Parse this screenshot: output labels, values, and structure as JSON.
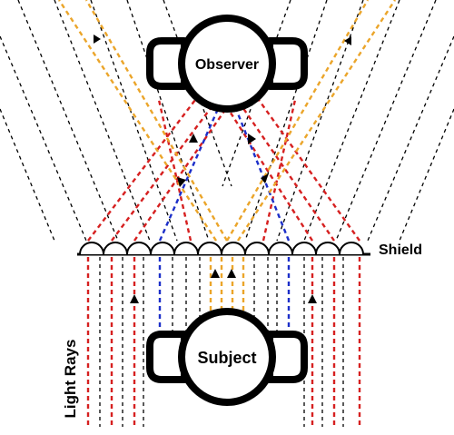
{
  "labels": {
    "observer": "Observer",
    "subject": "Subject",
    "shield": "Shield",
    "light_rays": "Light Rays"
  },
  "colors": {
    "background": "#ffffff",
    "outline": "#000000",
    "passthrough_ray": "#000000",
    "red_ray": "#d62020",
    "blue_ray": "#1c2fc9",
    "orange_ray": "#eba52a"
  },
  "legend_of_ray_colors": [
    "black",
    "red",
    "blue",
    "orange"
  ]
}
